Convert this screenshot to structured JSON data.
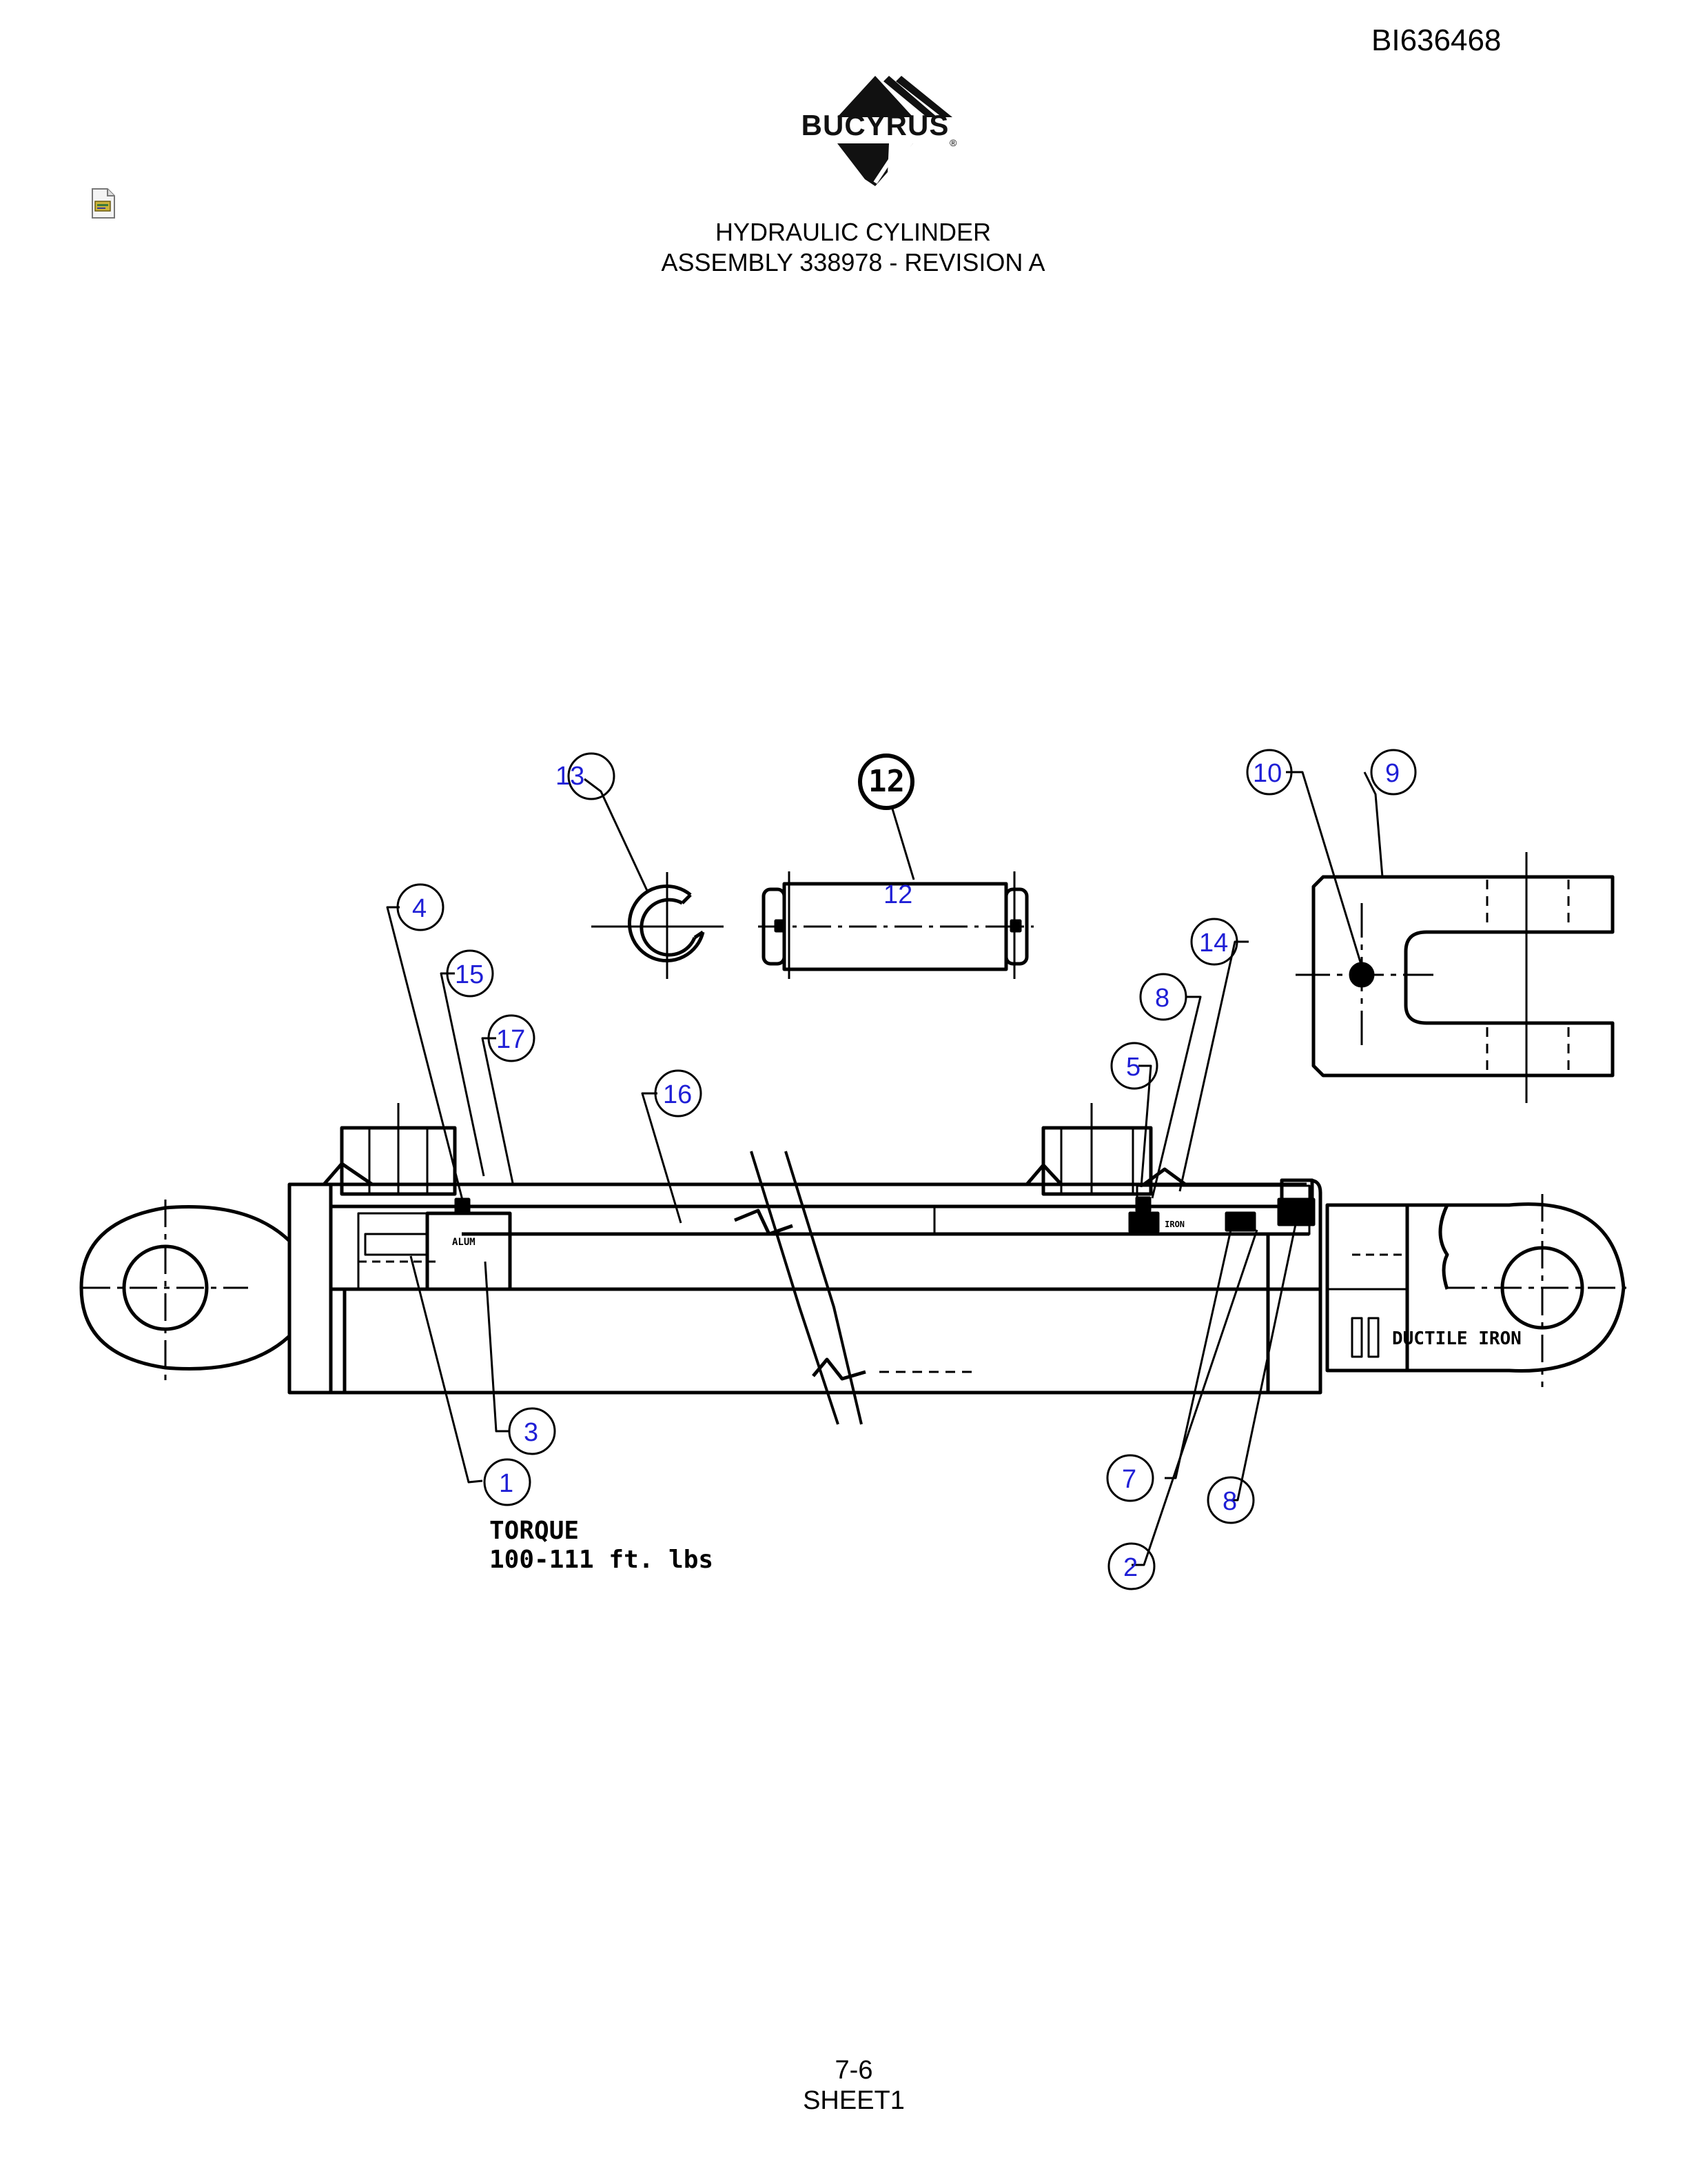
{
  "document": {
    "id": "BI636468",
    "brand": "BUCYRUS",
    "title_line1": "HYDRAULIC CYLINDER",
    "title_line2": "ASSEMBLY 338978 - REVISION A",
    "page_number": "7-6",
    "sheet": "SHEET1"
  },
  "drawing": {
    "callouts": [
      {
        "id": "c13",
        "label": "13"
      },
      {
        "id": "c12-top",
        "label": "12"
      },
      {
        "id": "c12-inner",
        "label": "12"
      },
      {
        "id": "c10",
        "label": "10"
      },
      {
        "id": "c9",
        "label": "9"
      },
      {
        "id": "c4",
        "label": "4"
      },
      {
        "id": "c15",
        "label": "15"
      },
      {
        "id": "c17",
        "label": "17"
      },
      {
        "id": "c16",
        "label": "16"
      },
      {
        "id": "c14",
        "label": "14"
      },
      {
        "id": "c8-top",
        "label": "8"
      },
      {
        "id": "c5",
        "label": "5"
      },
      {
        "id": "c3",
        "label": "3"
      },
      {
        "id": "c1",
        "label": "1"
      },
      {
        "id": "c7",
        "label": "7"
      },
      {
        "id": "c8-bottom",
        "label": "8"
      },
      {
        "id": "c2",
        "label": "2"
      }
    ],
    "torque_label": "TORQUE",
    "torque_value": "100-111 ft. lbs",
    "material_label": "DUCTILE IRON",
    "piston_label": "ALUM",
    "gland_label": "DUCT IRON"
  },
  "colors": {
    "callout_text": "#1f1fd6",
    "line": "#000000"
  },
  "icons": [
    "bucyrus-logo",
    "file-icon"
  ]
}
